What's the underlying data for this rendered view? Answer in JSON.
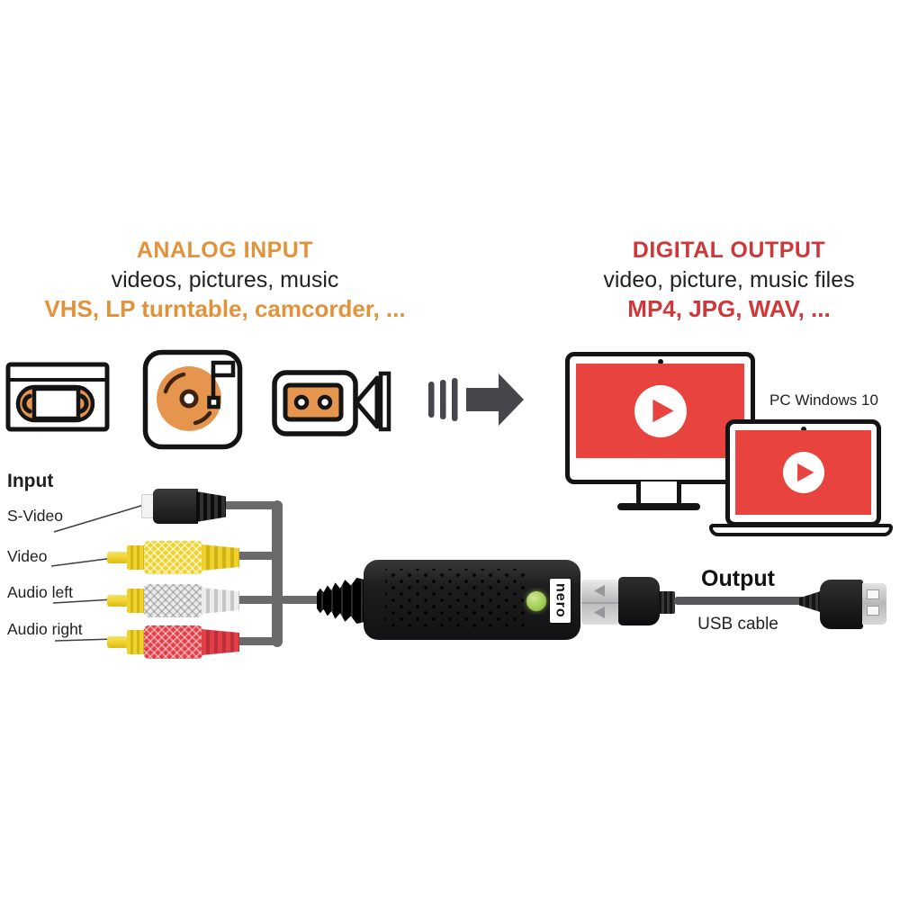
{
  "colors": {
    "accent_orange": "#E2923B",
    "accent_red": "#CE383B",
    "screen_red": "#E8433F",
    "device_black": "#1B1B1D",
    "cable_gray": "#6A6A6A",
    "arrow_gray": "#47474B",
    "led_green": "#A3CE56",
    "rca_yellow": "#EFD22B",
    "rca_red": "#E33F48",
    "rca_white": "#EDEDED"
  },
  "analog_panel": {
    "title": "ANALOG INPUT",
    "line1": "videos, pictures, music",
    "line2": "VHS, LP turntable, camcorder, ..."
  },
  "digital_panel": {
    "title": "DIGITAL OUTPUT",
    "line1": "video, picture, music files",
    "line2": "MP4, JPG, WAV, ..."
  },
  "source_icons": {
    "vhs": "vhs-tape-icon",
    "turntable": "lp-turntable-icon",
    "camcorder": "camcorder-icon",
    "flow_arrow": "arrow-right-icon"
  },
  "target_devices": {
    "monitor": "desktop-monitor-icon",
    "laptop": "laptop-icon",
    "play": "play-button-icon",
    "pc_label": "PC Windows 10"
  },
  "input_section": {
    "heading": "Input",
    "labels": [
      "S-Video",
      "Video",
      "Audio left",
      "Audio right"
    ]
  },
  "device": {
    "brand": "nero",
    "led": "green-led"
  },
  "output_section": {
    "heading": "Output",
    "caption": "USB cable"
  }
}
